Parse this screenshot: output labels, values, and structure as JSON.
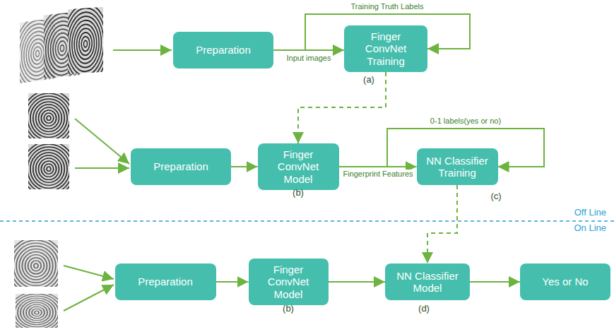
{
  "diagram": {
    "nodes": [
      {
        "text": [
          "Preparation"
        ]
      },
      {
        "text": [
          "Finger ConvNet Training"
        ]
      },
      {
        "text": [
          "Preparation"
        ]
      },
      {
        "text": [
          "Finger ConvNet Model"
        ]
      },
      {
        "text": [
          "NN Classifier Training"
        ]
      },
      {
        "text": [
          "Preparation"
        ]
      },
      {
        "text": [
          "Finger ConvNet Model"
        ]
      },
      {
        "text": [
          "NN Classifier Model"
        ]
      },
      {
        "text": [
          "Yes or No"
        ]
      }
    ],
    "edges": [
      {
        "from": 0,
        "to": 1,
        "label": "Input images",
        "arrow": "to"
      },
      {
        "from": 0,
        "to": 1,
        "label": "Training Truth Labels",
        "arrow": "to"
      },
      {
        "from": 1,
        "to": 3,
        "arrow": "to"
      },
      {
        "from": 2,
        "to": 3,
        "arrow": "to"
      },
      {
        "from": 3,
        "to": 4,
        "label": "Fingerprint Features",
        "arrow": "to"
      },
      {
        "from": 3,
        "to": 4,
        "label": "0-1 labels(yes or no)",
        "arrow": "to"
      },
      {
        "from": 4,
        "to": 7,
        "arrow": "to"
      },
      {
        "from": 5,
        "to": 6,
        "arrow": "to"
      },
      {
        "from": 6,
        "to": 7,
        "arrow": "to"
      },
      {
        "from": 7,
        "to": 8,
        "arrow": "to"
      }
    ],
    "labels": [
      "(a)",
      "(b)",
      "(c)",
      "Off Line",
      "On Line",
      "(b)",
      "(d)"
    ]
  }
}
